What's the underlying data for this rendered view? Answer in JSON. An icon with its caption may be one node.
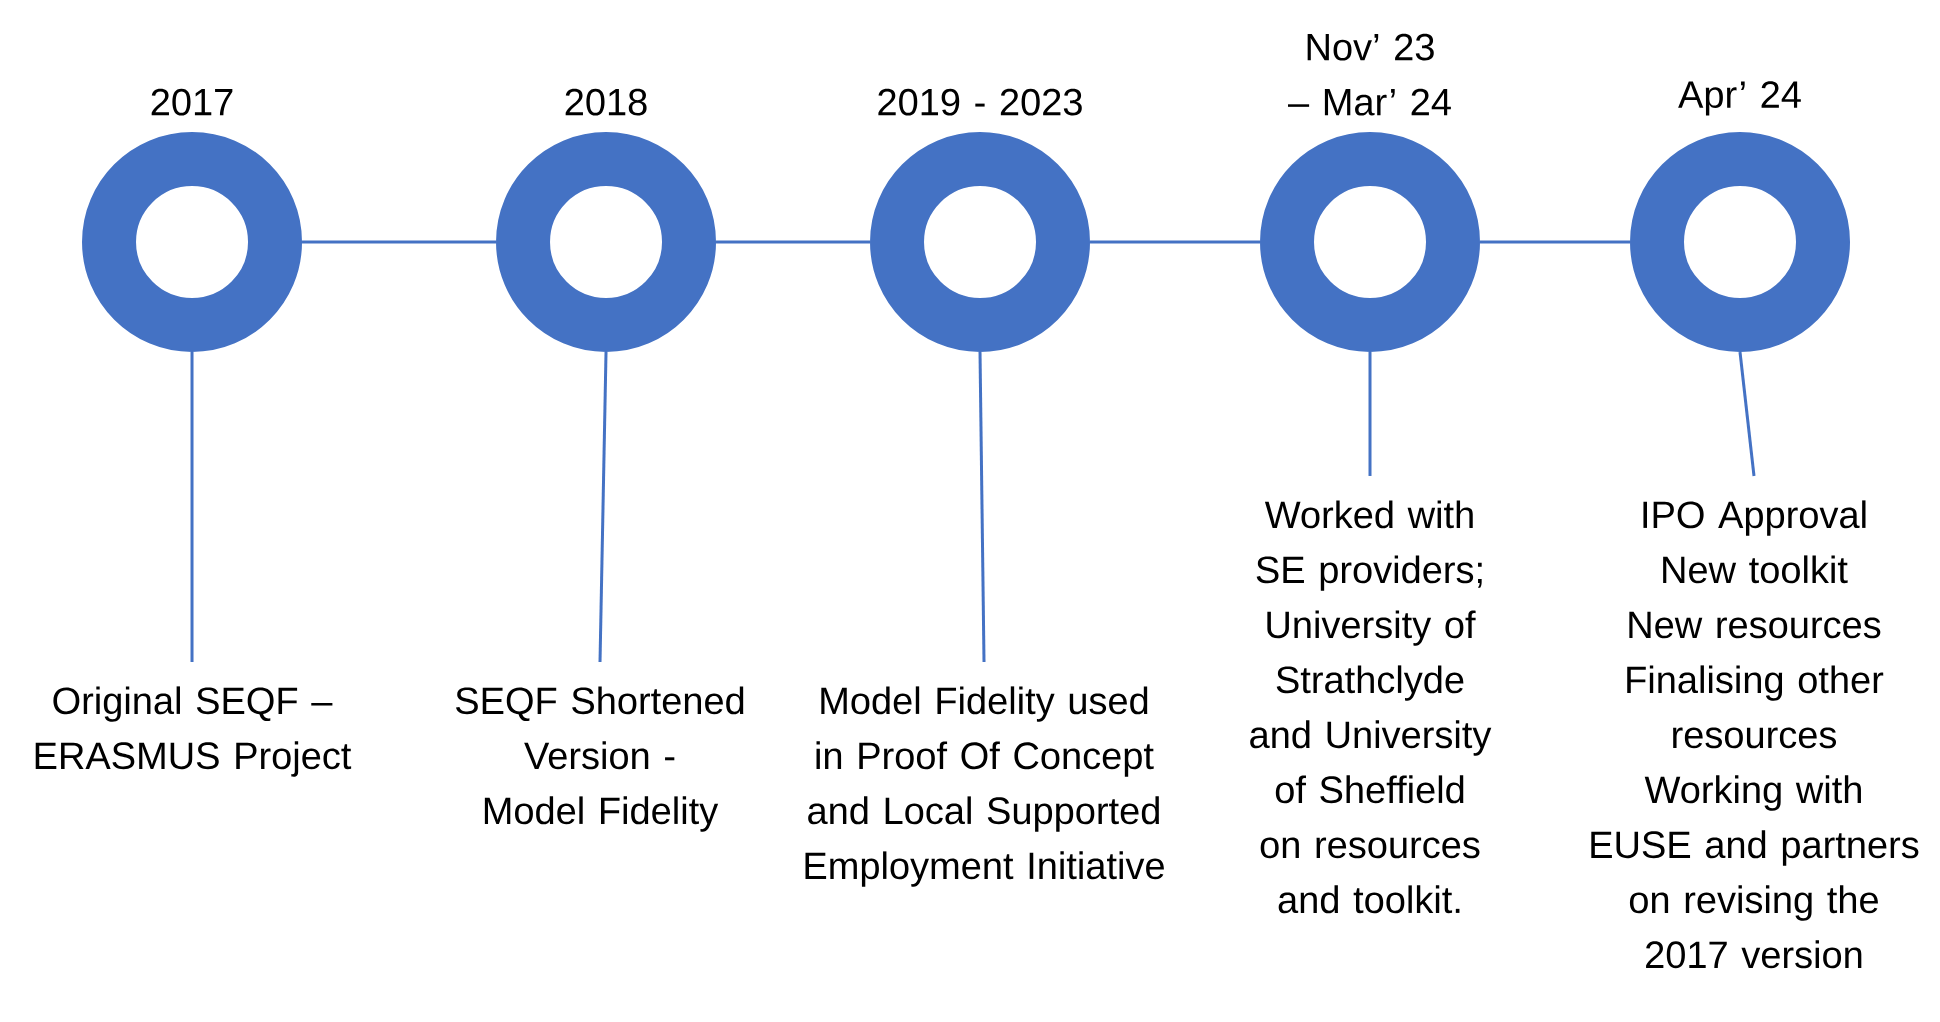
{
  "diagram": {
    "nodes": [
      {
        "text": [
          "2017"
        ]
      },
      {
        "text": [
          "2018"
        ]
      },
      {
        "text": [
          "2019 - 2023"
        ]
      },
      {
        "text": [
          "Nov’ 23 – Mar’ 24"
        ]
      },
      {
        "text": [
          "Apr’ 24"
        ]
      },
      {
        "text": [
          "Original SEQF – ERASMUS Project"
        ]
      },
      {
        "text": [
          "SEQF Shortened Version - Model Fidelity"
        ]
      },
      {
        "text": [
          "Model Fidelity used in Proof Of Concept and Local Supported Employment Initiative"
        ]
      },
      {
        "text": [
          "Worked with SE providers; University of Strathclyde and University of Sheffield on resources and toolkit."
        ]
      },
      {
        "text": [
          "IPO Approval",
          "New toolkit",
          "New resources",
          "Finalising other resources",
          "Working with EUSE and partners on revising the 2017 version"
        ]
      }
    ],
    "edges": [
      {
        "from": 0,
        "to": 1,
        "arrow": "none"
      },
      {
        "from": 1,
        "to": 2,
        "arrow": "none"
      },
      {
        "from": 2,
        "to": 3,
        "arrow": "none"
      },
      {
        "from": 3,
        "to": 4,
        "arrow": "none"
      },
      {
        "from": 0,
        "to": 5,
        "arrow": "none"
      },
      {
        "from": 1,
        "to": 6,
        "arrow": "none"
      },
      {
        "from": 2,
        "to": 7,
        "arrow": "none"
      },
      {
        "from": 3,
        "to": 8,
        "arrow": "none"
      },
      {
        "from": 4,
        "to": 9,
        "arrow": "none"
      }
    ]
  }
}
